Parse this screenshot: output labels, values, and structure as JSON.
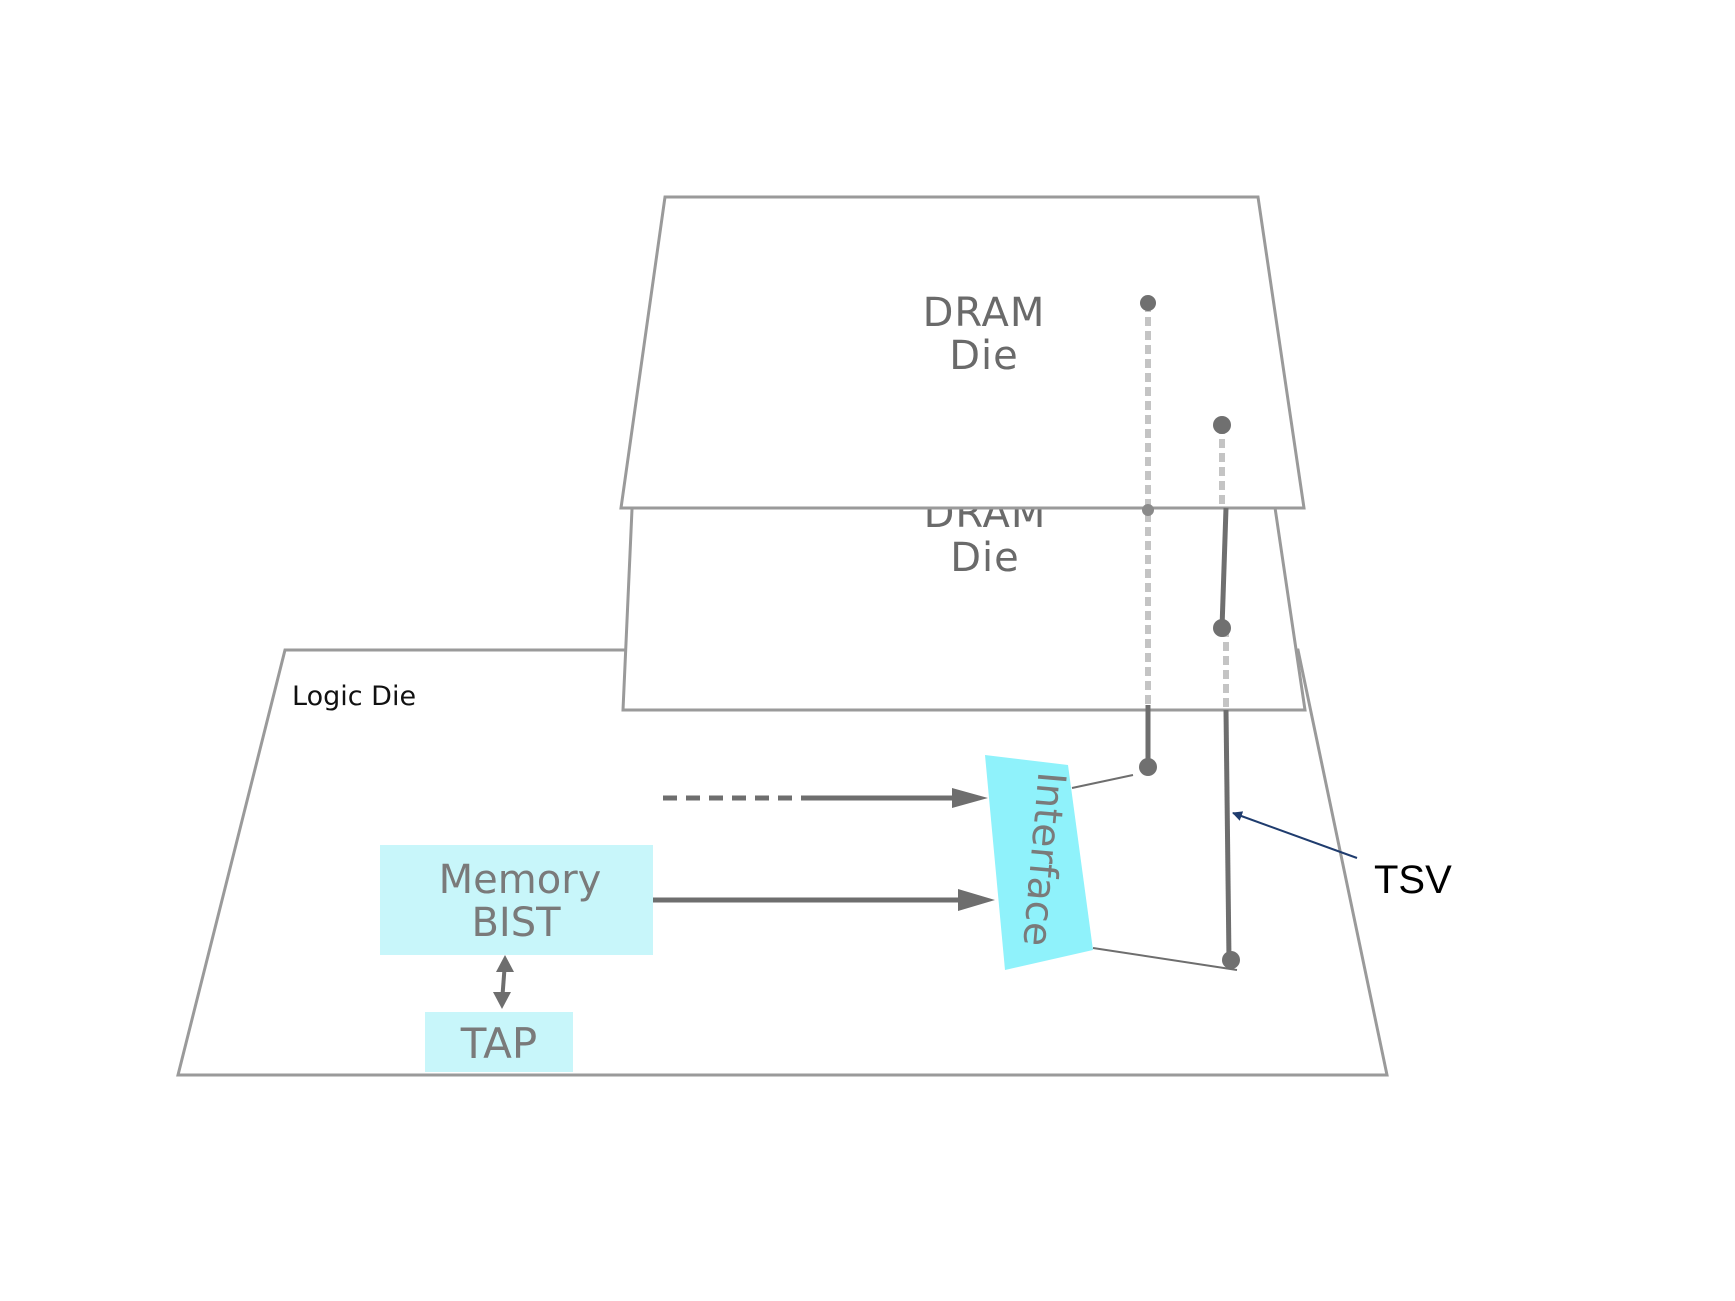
{
  "diagram": {
    "logic_die": {
      "label": "Logic Die"
    },
    "dram_dies": [
      {
        "label_line1": "DRAM",
        "label_line2": "Die"
      },
      {
        "label_line1": "DRAM",
        "label_line2": "Die"
      }
    ],
    "blocks": {
      "memory_bist": {
        "line1": "Memory",
        "line2": "BIST"
      },
      "tap": {
        "label": "TAP"
      },
      "interface": {
        "label": "Interface"
      }
    },
    "annotation": {
      "tsv": "TSV"
    },
    "colors": {
      "die_outline": "#9a9a9a",
      "block_fill": "#c8f6fa",
      "interface_fill": "#8ff2fb",
      "connector": "#6e6e6e",
      "tsv_dashed": "#c4c4c4",
      "tsv_arrow": "#1f3c6e"
    }
  }
}
